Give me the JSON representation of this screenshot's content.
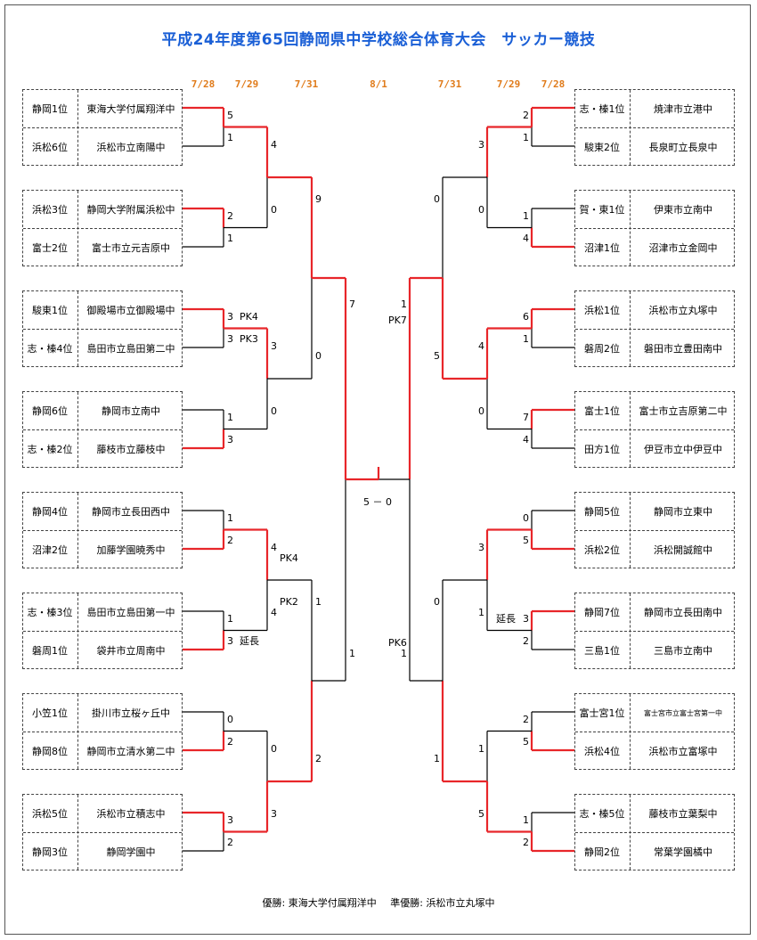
{
  "title": "平成24年度第65回静岡県中学校総合体育大会　サッカー競技",
  "dates_left": [
    "7/28",
    "7/29",
    "7/31"
  ],
  "date_center": "8/1",
  "dates_right": [
    "7/31",
    "7/29",
    "7/28"
  ],
  "left_teams": [
    {
      "seed": "静岡1位",
      "name": "東海大学付属翔洋中"
    },
    {
      "seed": "浜松6位",
      "name": "浜松市立南陽中"
    },
    {
      "seed": "浜松3位",
      "name": "静岡大学附属浜松中"
    },
    {
      "seed": "富士2位",
      "name": "富士市立元吉原中"
    },
    {
      "seed": "駿東1位",
      "name": "御殿場市立御殿場中"
    },
    {
      "seed": "志・榛4位",
      "name": "島田市立島田第二中"
    },
    {
      "seed": "静岡6位",
      "name": "静岡市立南中"
    },
    {
      "seed": "志・榛2位",
      "name": "藤枝市立藤枝中"
    },
    {
      "seed": "静岡4位",
      "name": "静岡市立長田西中"
    },
    {
      "seed": "沼津2位",
      "name": "加藤学園暁秀中"
    },
    {
      "seed": "志・榛3位",
      "name": "島田市立島田第一中"
    },
    {
      "seed": "磐周1位",
      "name": "袋井市立周南中"
    },
    {
      "seed": "小笠1位",
      "name": "掛川市立桜ヶ丘中"
    },
    {
      "seed": "静岡8位",
      "name": "静岡市立清水第二中"
    },
    {
      "seed": "浜松5位",
      "name": "浜松市立積志中"
    },
    {
      "seed": "静岡3位",
      "name": "静岡学園中"
    }
  ],
  "right_teams": [
    {
      "seed": "志・榛1位",
      "name": "焼津市立港中"
    },
    {
      "seed": "駿東2位",
      "name": "長泉町立長泉中"
    },
    {
      "seed": "賀・東1位",
      "name": "伊東市立南中"
    },
    {
      "seed": "沼津1位",
      "name": "沼津市立金岡中"
    },
    {
      "seed": "浜松1位",
      "name": "浜松市立丸塚中"
    },
    {
      "seed": "磐周2位",
      "name": "磐田市立豊田南中"
    },
    {
      "seed": "富士1位",
      "name": "富士市立吉原第二中"
    },
    {
      "seed": "田方1位",
      "name": "伊豆市立中伊豆中"
    },
    {
      "seed": "静岡5位",
      "name": "静岡市立東中"
    },
    {
      "seed": "浜松2位",
      "name": "浜松開誠館中"
    },
    {
      "seed": "静岡7位",
      "name": "静岡市立長田南中"
    },
    {
      "seed": "三島1位",
      "name": "三島市立南中"
    },
    {
      "seed": "富士宮1位",
      "name": "富士宮市立富士宮第一中"
    },
    {
      "seed": "浜松4位",
      "name": "浜松市立富塚中"
    },
    {
      "seed": "志・榛5位",
      "name": "藤枝市立葉梨中"
    },
    {
      "seed": "静岡2位",
      "name": "常葉学園橘中"
    }
  ],
  "left_r1_scores": [
    "5",
    "1",
    "2",
    "1",
    "3",
    "3",
    "1",
    "3",
    "1",
    "2",
    "1",
    "3",
    "0",
    "2",
    "3",
    "2"
  ],
  "left_r1_notes": [
    "",
    "",
    "",
    "",
    "PK4",
    "PK3",
    "",
    "",
    "",
    "",
    "",
    "延長",
    "",
    "",
    "",
    ""
  ],
  "left_r2_scores": [
    "4",
    "0",
    "3",
    "0",
    "4",
    "4",
    "0",
    "3"
  ],
  "left_r2_notes": [
    "",
    "",
    "",
    "",
    "PK4",
    "PK2",
    "",
    ""
  ],
  "left_r3_scores": [
    "9",
    "0",
    "1",
    "2"
  ],
  "left_r4_scores": [
    "7",
    "1"
  ],
  "right_r1_scores": [
    "2",
    "1",
    "1",
    "4",
    "6",
    "1",
    "7",
    "4",
    "0",
    "5",
    "3",
    "2",
    "2",
    "5",
    "1",
    "2"
  ],
  "right_r1_notes": [
    "",
    "",
    "",
    "",
    "",
    "",
    "",
    "",
    "",
    "",
    "延長",
    "",
    "",
    "",
    "",
    ""
  ],
  "right_r2_scores": [
    "3",
    "0",
    "4",
    "0",
    "3",
    "1",
    "1",
    "5"
  ],
  "right_r3_scores": [
    "0",
    "5",
    "0",
    "1"
  ],
  "right_r4_scores": [
    "1",
    "1"
  ],
  "right_r4_notes": [
    "PK7",
    "PK6"
  ],
  "final_score": "5 － 0",
  "champion_label": "優勝: 東海大学付属翔洋中",
  "runnerup_label": "準優勝: 浜松市立丸塚中",
  "colors": {
    "title": "#1a5fd6",
    "date": "#e07b1a",
    "winner_line": "#e8262a",
    "line": "#000000"
  }
}
